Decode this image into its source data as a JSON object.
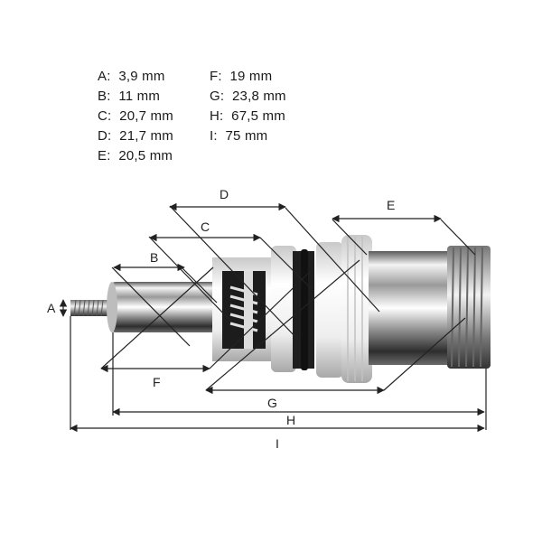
{
  "specs": [
    {
      "letter": "A:",
      "value": "3,9 mm"
    },
    {
      "letter": "B:",
      "value": "11 mm"
    },
    {
      "letter": "C:",
      "value": "20,7 mm"
    },
    {
      "letter": "D:",
      "value": "21,7 mm"
    },
    {
      "letter": "E:",
      "value": "20,5 mm"
    },
    {
      "letter": "F:",
      "value": "19 mm"
    },
    {
      "letter": "G:",
      "value": "23,8 mm"
    },
    {
      "letter": "H:",
      "value": "67,5 mm"
    },
    {
      "letter": "I:",
      "value": "75 mm"
    }
  ],
  "labels": {
    "A": "A",
    "B": "B",
    "C": "C",
    "D": "D",
    "E": "E",
    "F": "F",
    "G": "G",
    "H": "H",
    "I": "I"
  }
}
